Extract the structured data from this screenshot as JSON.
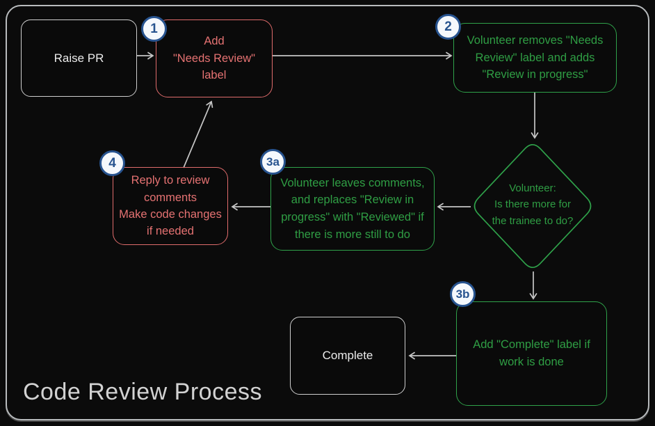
{
  "title": "Code Review Process",
  "nodes": {
    "raise_pr": {
      "label": "Raise PR"
    },
    "step1": {
      "badge": "1",
      "text": "Add\n\"Needs Review\"\nlabel"
    },
    "step2": {
      "badge": "2",
      "text": "Volunteer removes \"Needs\nReview\" label and adds\n\"Review in progress\""
    },
    "decision": {
      "text": "Volunteer:\nIs there more for\nthe trainee to do?"
    },
    "step3a": {
      "badge": "3a",
      "text": "Volunteer leaves comments,\nand replaces \"Review in\nprogress\" with \"Reviewed\" if\nthere is more still to do"
    },
    "step4": {
      "badge": "4",
      "text": "Reply to review\ncomments\nMake code changes\nif needed"
    },
    "step3b": {
      "badge": "3b",
      "text": "Add \"Complete\" label if\nwork is done"
    },
    "complete": {
      "label": "Complete"
    }
  },
  "colors": {
    "red": "#e06c6c",
    "green": "#2fa24a",
    "neutral": "#cfcfcf",
    "badge_blue": "#27538f",
    "arrow": "#c6c6c6",
    "background": "#0b0b0b"
  }
}
